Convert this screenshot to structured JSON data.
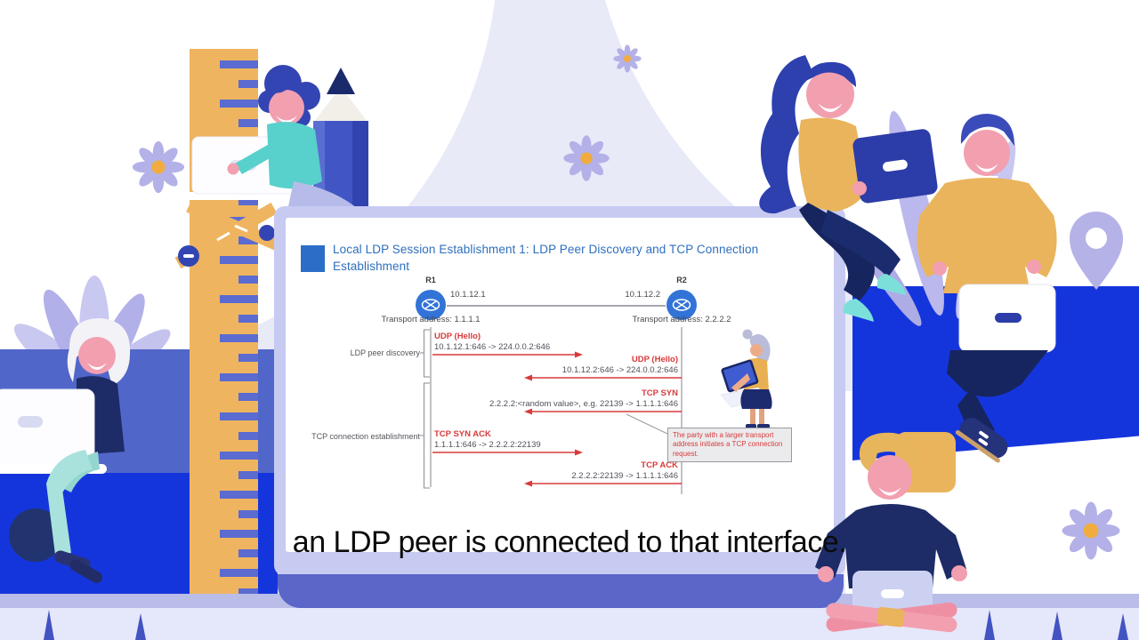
{
  "caption": {
    "text": "an LDP peer is connected to that interface."
  },
  "slide": {
    "title": "Local LDP Session Establishment 1: LDP Peer Discovery and TCP Connection Establishment",
    "topology": {
      "r1_name": "R1",
      "r2_name": "R2",
      "r1_interface_ip": "10.1.12.1",
      "r2_interface_ip": "10.1.12.2",
      "r1_transport": "Transport address: 1.1.1.1",
      "r2_transport": "Transport address: 2.2.2.2"
    },
    "phases": [
      {
        "label": "LDP peer discovery"
      },
      {
        "label": "TCP connection establishment"
      }
    ],
    "messages": [
      {
        "name": "UDP (Hello)",
        "detail": "10.1.12.1:646 -> 224.0.0.2:646",
        "direction": "right"
      },
      {
        "name": "UDP (Hello)",
        "detail": "10.1.12.2:646 -> 224.0.0.2:646",
        "direction": "left"
      },
      {
        "name": "TCP SYN",
        "detail": "2.2.2.2:<random value>, e.g. 22139 -> 1.1.1.1:646",
        "direction": "left"
      },
      {
        "name": "TCP SYN ACK",
        "detail": "1.1.1.1:646 -> 2.2.2.2:22139",
        "direction": "right"
      },
      {
        "name": "TCP ACK",
        "detail": "2.2.2.2:22139 -> 1.1.1.1:646",
        "direction": "left"
      }
    ],
    "note": "The party with a larger transport address initiates a TCP connection request."
  },
  "icons": {
    "router": "router-icon",
    "location_pin": "location-pin-icon",
    "flower": "flower-icon",
    "laptop": "laptop-icon",
    "ruler": "ruler-icon",
    "pencil": "pencil-icon"
  },
  "colors": {
    "title_blue": "#2e6fbe",
    "bullet_blue": "#2b6ec8",
    "message_red": "#d83a3a",
    "router_blue": "#3273d8",
    "band_blue": "#1535dc",
    "band_periwinkle": "#5166c9",
    "ruler_orange": "#efb45f",
    "background_lavender": "#e9eaf8"
  }
}
